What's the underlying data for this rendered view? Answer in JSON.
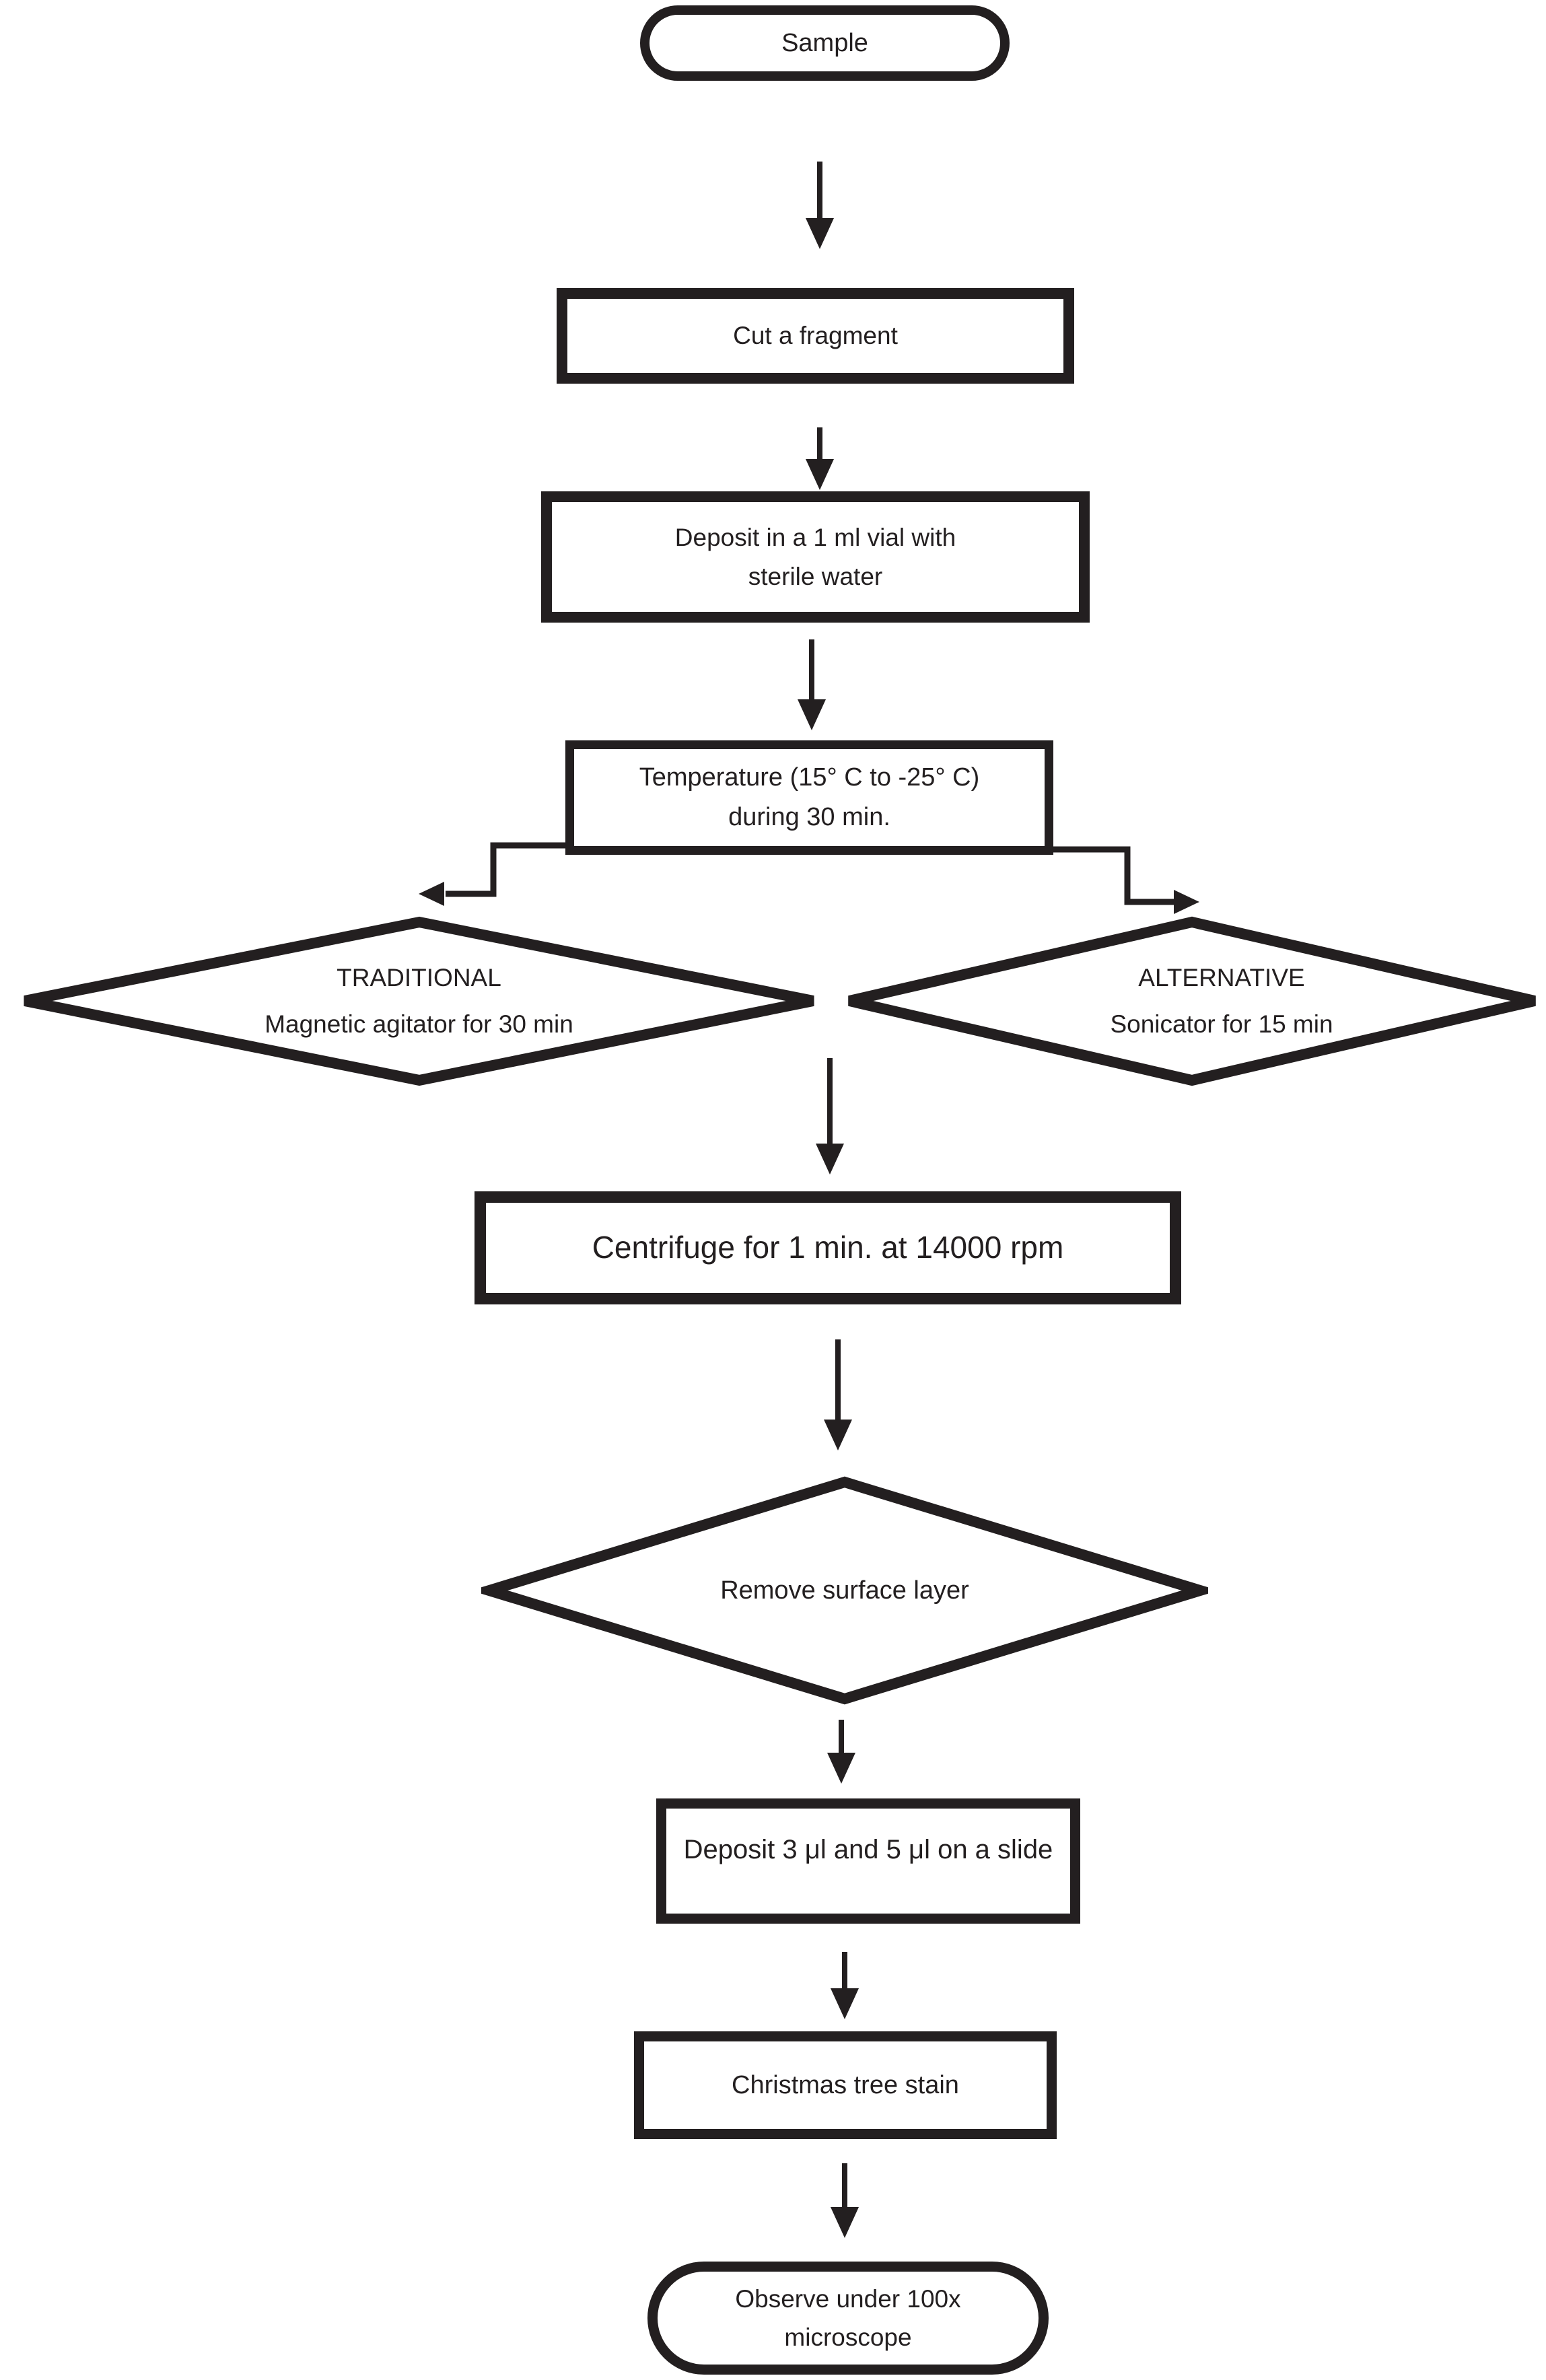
{
  "figure_type": "flowchart",
  "colors": {
    "background": "#ffffff",
    "ink": "#231f20"
  },
  "nodes": {
    "sample": {
      "shape": "terminator",
      "label": "Sample"
    },
    "cut": {
      "shape": "process",
      "label": "Cut a fragment"
    },
    "vial": {
      "shape": "process",
      "line1": "Deposit in a 1 ml vial with",
      "line2": "sterile water"
    },
    "temp": {
      "shape": "process",
      "line1": "Temperature (15° C to -25° C)",
      "line2": "during 30 min."
    },
    "traditional": {
      "shape": "decision",
      "line1": "TRADITIONAL",
      "line2": "Magnetic agitator for 30 min"
    },
    "alternative": {
      "shape": "decision",
      "line1": "ALTERNATIVE",
      "line2": "Sonicator for 15 min"
    },
    "centrifuge": {
      "shape": "process",
      "label": "Centrifuge for 1 min. at 14000 rpm"
    },
    "remove": {
      "shape": "decision",
      "label": "Remove surface layer"
    },
    "slide": {
      "shape": "process",
      "label": "Deposit 3 μl and 5 μl on a slide"
    },
    "stain": {
      "shape": "process",
      "label": "Christmas tree stain"
    },
    "observe": {
      "shape": "terminator",
      "line1": "Observe under 100x",
      "line2": "microscope"
    }
  },
  "edges": [
    {
      "from": "sample",
      "to": "cut"
    },
    {
      "from": "cut",
      "to": "vial"
    },
    {
      "from": "vial",
      "to": "temp"
    },
    {
      "from": "temp",
      "to": "traditional",
      "side": "left"
    },
    {
      "from": "temp",
      "to": "alternative",
      "side": "right"
    },
    {
      "from": "agitation",
      "to": "centrifuge"
    },
    {
      "from": "centrifuge",
      "to": "remove"
    },
    {
      "from": "remove",
      "to": "slide"
    },
    {
      "from": "slide",
      "to": "stain"
    },
    {
      "from": "stain",
      "to": "observe"
    }
  ]
}
